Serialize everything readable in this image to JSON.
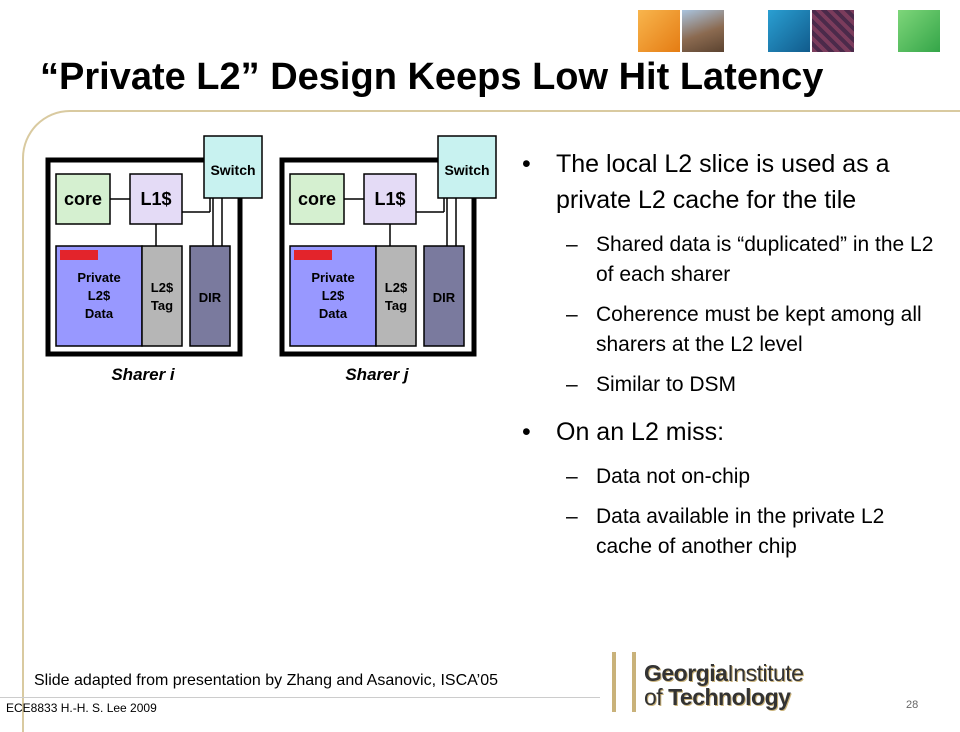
{
  "title": "“Private L2” Design Keeps Low Hit Latency",
  "diagram": {
    "tiles": [
      {
        "core": "core",
        "l1": "L1$",
        "switch": "Switch",
        "private_l2_data": [
          "Private",
          "L2$",
          "Data"
        ],
        "l2_tag": [
          "L2$",
          "Tag"
        ],
        "dir": "DIR",
        "label": "Sharer i"
      },
      {
        "core": "core",
        "l1": "L1$",
        "switch": "Switch",
        "private_l2_data": [
          "Private",
          "L2$",
          "Data"
        ],
        "l2_tag": [
          "L2$",
          "Tag"
        ],
        "dir": "DIR",
        "label": "Sharer j"
      }
    ],
    "colors": {
      "core": "#d5f0d0",
      "l1": "#e4dbf6",
      "switch": "#c8f2f0",
      "data": "#9898ff",
      "tag": "#b6b6b6",
      "dir": "#7a7a9e",
      "marker": "#e3242b"
    }
  },
  "bullets": {
    "b1": "The local L2 slice is used as a private L2 cache for the tile",
    "b1_sub": [
      "Shared data is “duplicated” in the L2 of each sharer",
      "Coherence must be kept among all sharers at the L2 level",
      "Similar to DSM"
    ],
    "b2": "On an L2 miss:",
    "b2_sub": [
      "Data not on-chip",
      "Data available in the private L2 cache of another chip"
    ]
  },
  "footer": {
    "credit": "Slide adapted from presentation by Zhang and Asanovic, ISCA’05",
    "course": "ECE8833 H.-H. S. Lee 2009",
    "page": "28"
  },
  "logo": {
    "line1_a": "Georgia",
    "line1_b": "Institute",
    "line2_a": "of ",
    "line2_b": "Technology"
  }
}
